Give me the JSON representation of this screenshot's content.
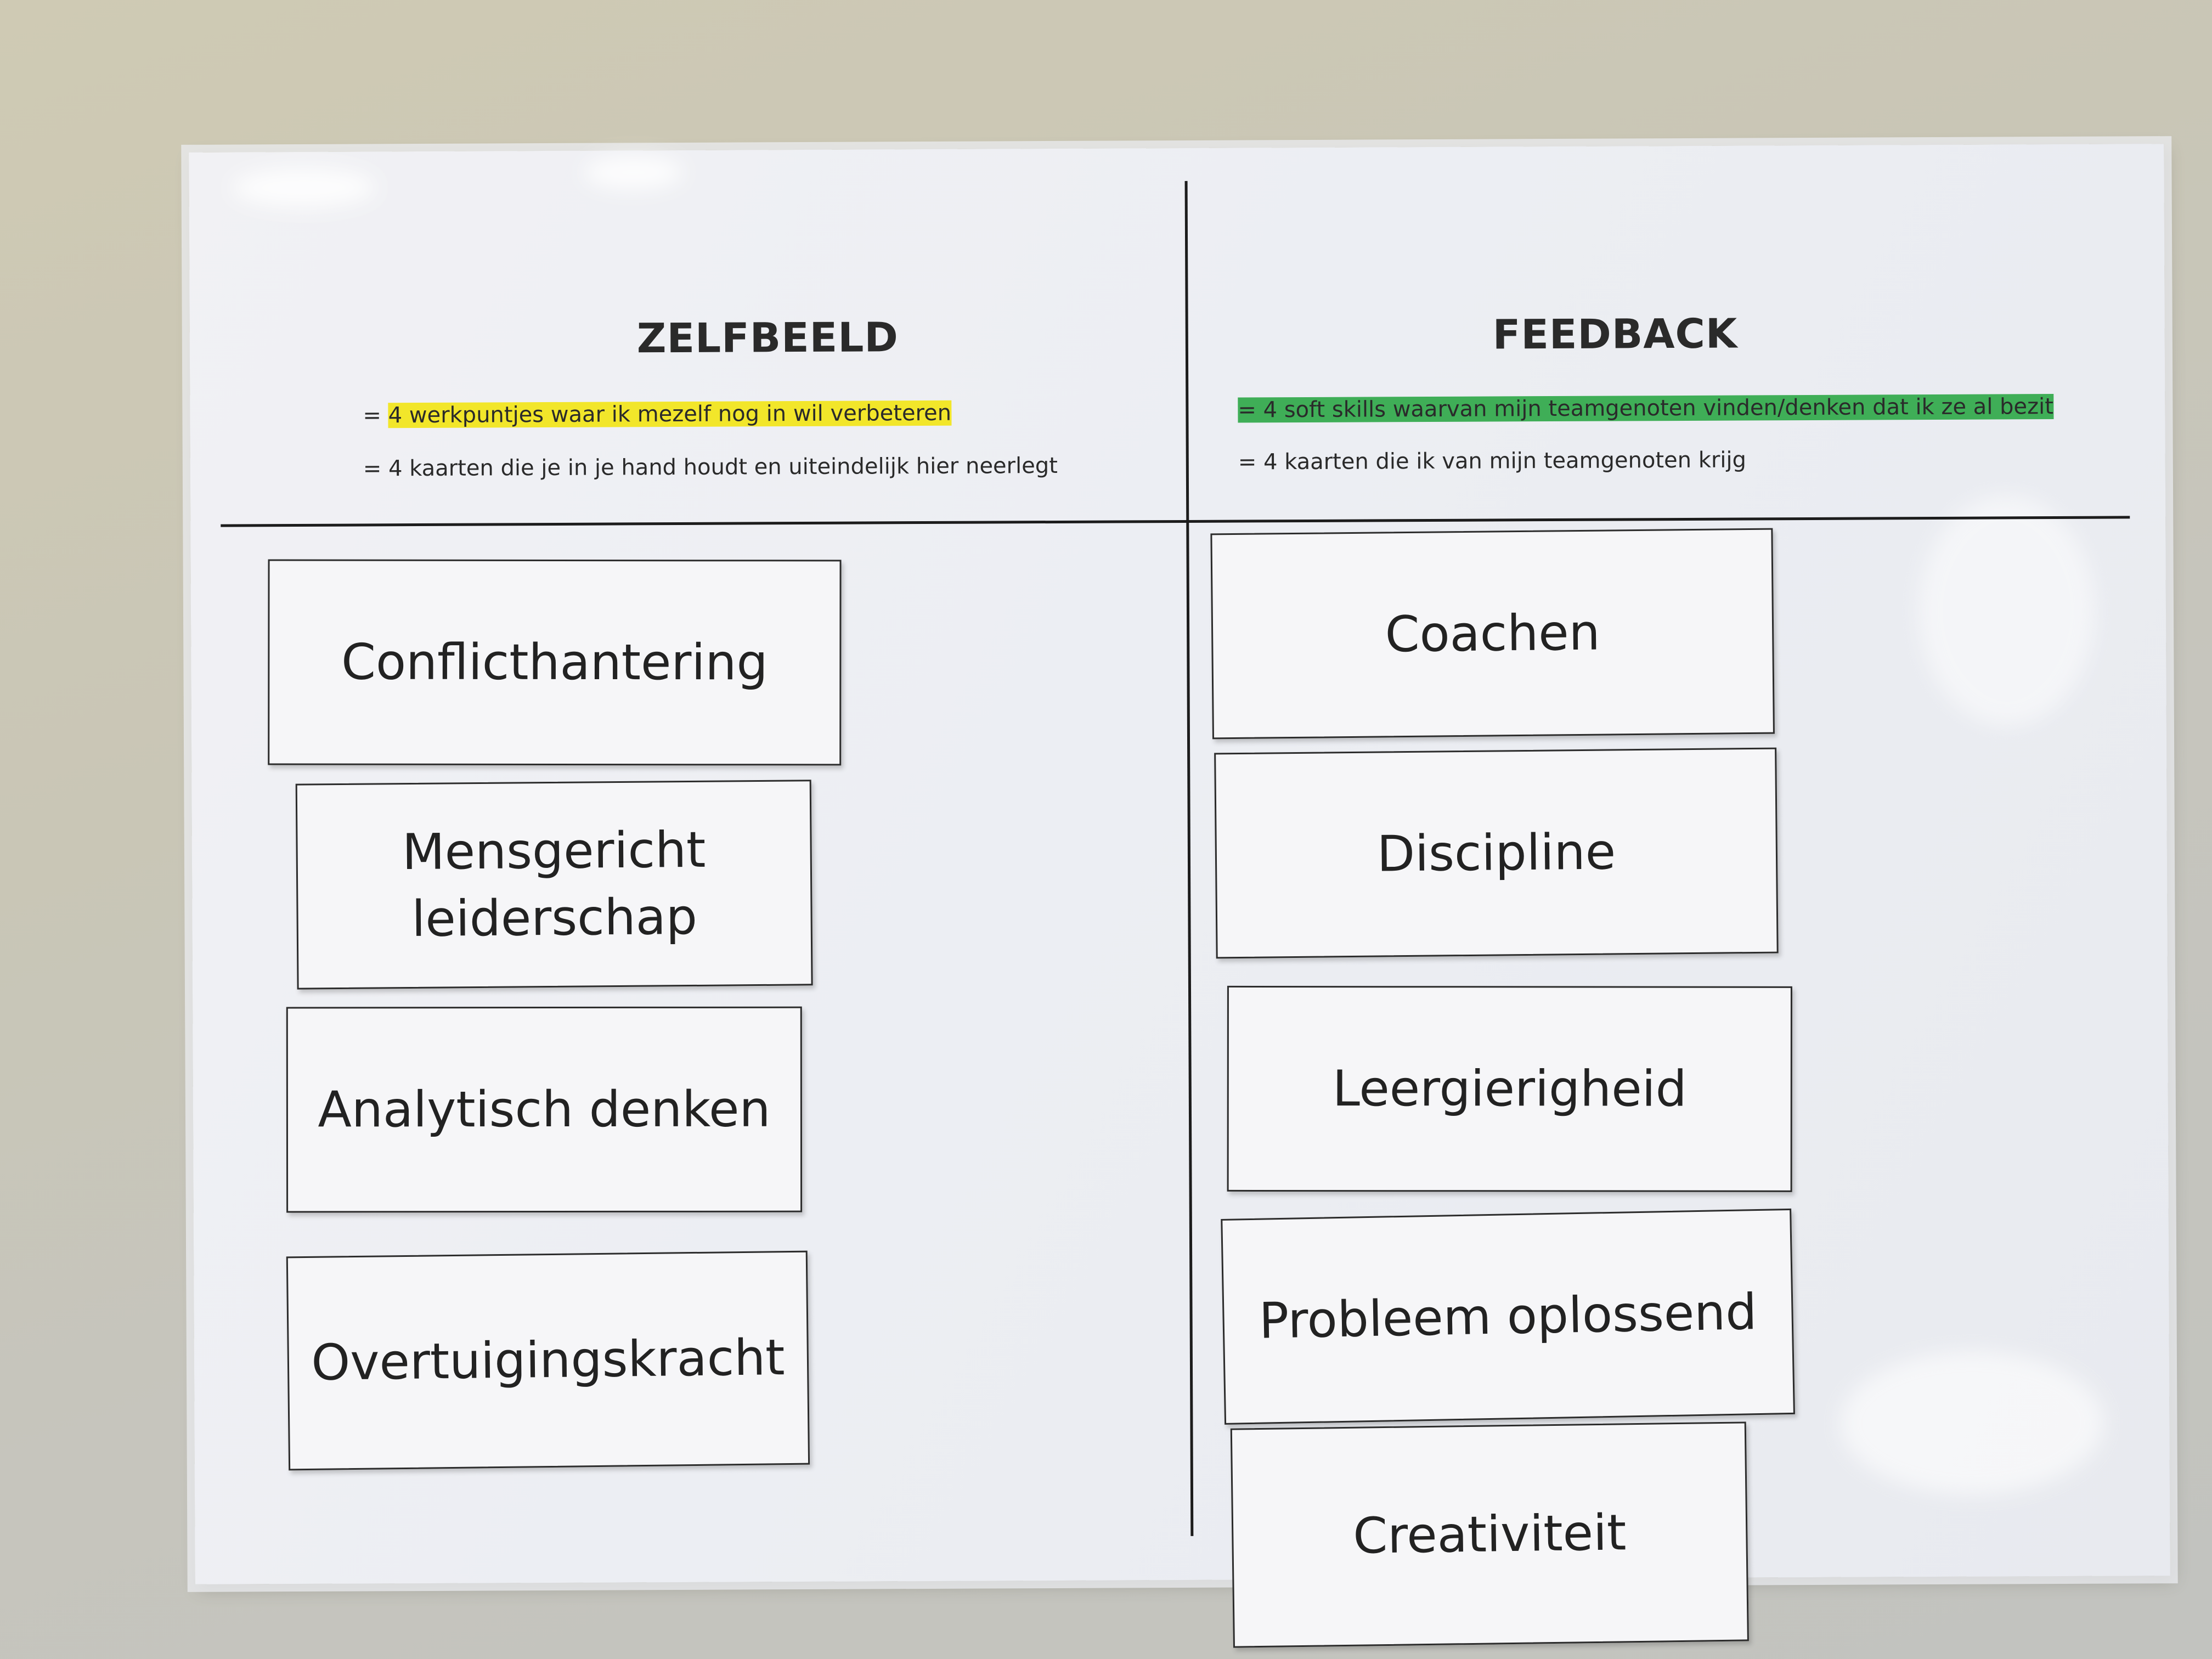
{
  "zelfbeeld": {
    "title": "ZELFBEELD",
    "note_highlighted": "4 werkpuntjes waar ik mezelf nog in wil verbeteren",
    "note_plain": "= 4 kaarten die je in je hand houdt en uiteindelijk hier neerlegt",
    "highlight_color": "#f2e62a",
    "cards": [
      "Conflicthantering",
      "Mensgericht leiderschap",
      "Analytisch denken",
      "Overtuigingskracht"
    ]
  },
  "feedback": {
    "title": "FEEDBACK",
    "note_highlighted": "= 4 soft skills waarvan mijn teamgenoten vinden/denken dat ik ze al bezit",
    "note_plain": "= 4 kaarten die ik van mijn teamgenoten krijg",
    "highlight_color": "#3fae57",
    "cards": [
      "Coachen",
      "Discipline",
      "Leergierigheid",
      "Probleem oplossend",
      "Creativiteit"
    ]
  }
}
